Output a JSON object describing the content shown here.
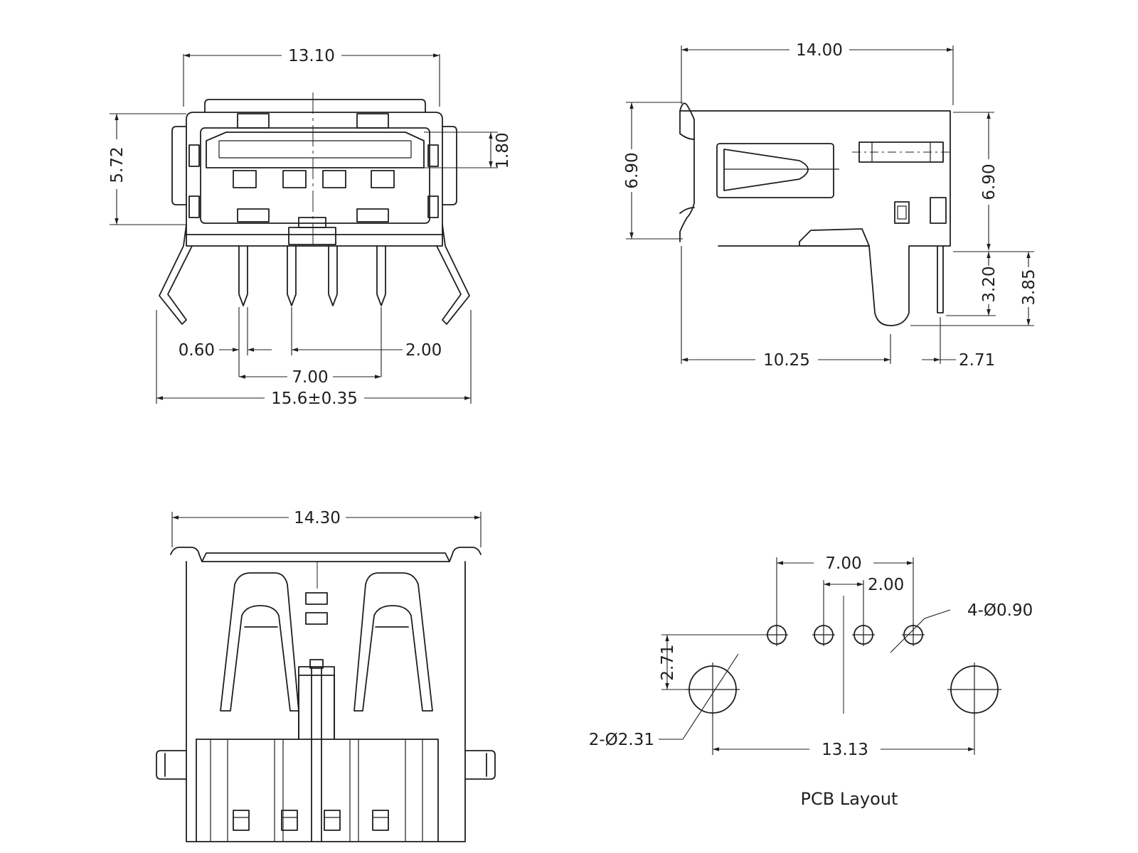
{
  "views": {
    "front": {
      "width_top": "13.10",
      "height_left": "5.72",
      "tongue_height": "1.80",
      "pin_thickness": "0.60",
      "pin_pitch": "2.00",
      "pin_span": "7.00",
      "overall_width": "15.6±0.35"
    },
    "side": {
      "length": "14.00",
      "height_left": "6.90",
      "height_right": "6.90",
      "pin_length": "3.20",
      "leg_length": "3.85",
      "leg_position": "10.25",
      "pin_offset": "2.71"
    },
    "bottom": {
      "width": "14.30"
    },
    "pcb": {
      "pin_span": "7.00",
      "pin_pitch": "2.00",
      "pin_holes": "4-Ø0.90",
      "peg_offset": "2.71",
      "peg_holes": "2-Ø2.31",
      "peg_span": "13.13",
      "title": "PCB Layout"
    }
  }
}
